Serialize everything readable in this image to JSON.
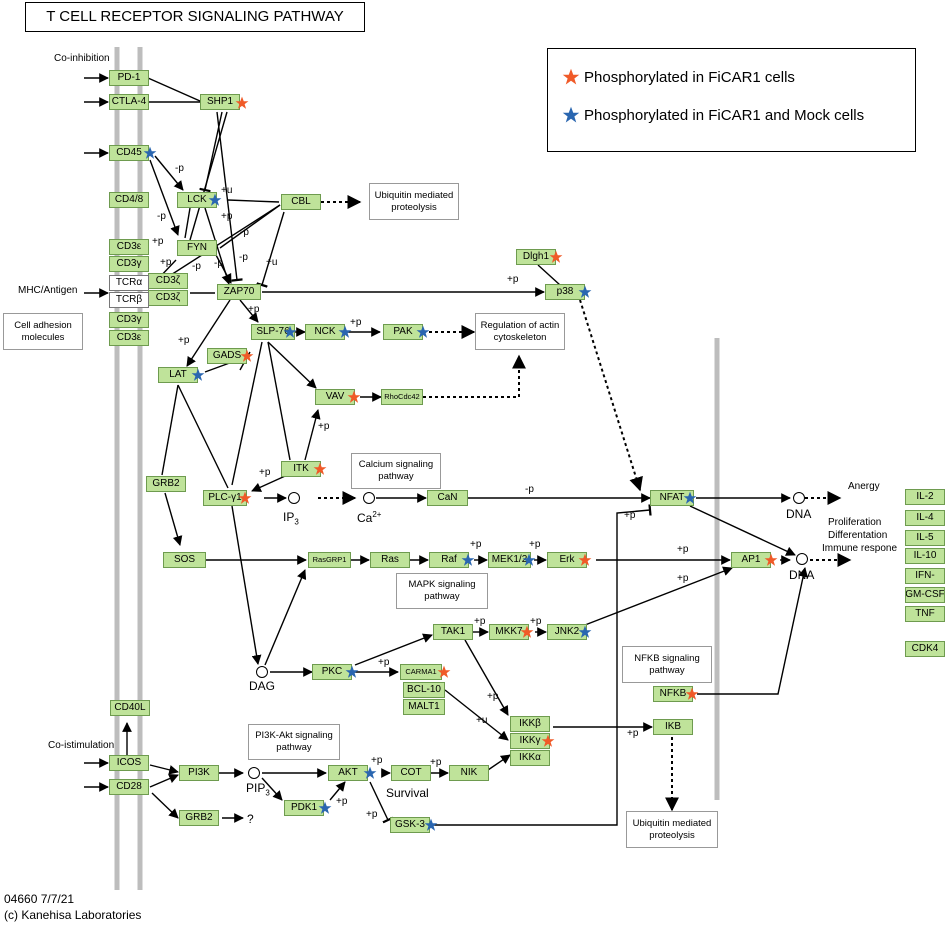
{
  "title": "T CELL RECEPTOR SIGNALING PATHWAY",
  "legend": {
    "fi_only": "Phosphorylated in FiCAR1 cells",
    "fi_and_mock": "Phosphorylated in FiCAR1 and Mock cells",
    "fi_only_color": "#f05a28",
    "both_color": "#2a66b0"
  },
  "genes": {
    "pd1": "PD-1",
    "ctla4": "CTLA-4",
    "shp1": "SHP1",
    "cd45": "CD45",
    "cd48": "CD4/8",
    "lck": "LCK",
    "cbl": "CBL",
    "cd3e_top": "CD3ε",
    "fyn": "FYN",
    "cd3g_top": "CD3γ",
    "cd3z_a": "CD3ζ",
    "cd3z_b": "CD3ζ",
    "tcra": "TCRα",
    "tcrb": "TCRβ",
    "zap70": "ZAP70",
    "cd3g_bot": "CD3γ",
    "cd3e_bot": "CD3ε",
    "dlgh1": "Dlgh1",
    "p38": "p38",
    "slp76": "SLP-76",
    "nck": "NCK",
    "pak": "PAK",
    "gads": "GADS",
    "lat": "LAT",
    "vav": "VAV",
    "rhocdc42": "RhoCdc42",
    "itk": "ITK",
    "grb2_top": "GRB2",
    "plcg1": "PLC-γ1",
    "can": "CaN",
    "nfat": "NFAT",
    "sos": "SOS",
    "rasgrp1": "RasGRP1",
    "ras": "Ras",
    "raf": "Raf",
    "mek12": "MEK1/2",
    "erk": "Erk",
    "ap1": "AP1",
    "il2": "IL-2",
    "il4": "IL-4",
    "il5": "IL-5",
    "il10": "IL-10",
    "ifn": "IFN-",
    "gmcsf": "GM-CSF",
    "tnf": "TNF",
    "cdk4": "CDK4",
    "tak1": "TAK1",
    "mkk7": "MKK7",
    "jnk2": "JNK2",
    "pkc": "PKC",
    "carma1": "CARMA1",
    "bcl10": "BCL-10",
    "malt1": "MALT1",
    "ikkb": "IKKβ",
    "ikkg": "IKKγ",
    "ikka": "IKKα",
    "nfkb": "NFKB",
    "ikb": "IKB",
    "cd40l": "CD40L",
    "icos": "ICOS",
    "cd28": "CD28",
    "pi3k": "PI3K",
    "akt": "AKT",
    "cot": "COT",
    "nik": "NIK",
    "pdk1": "PDK1",
    "grb2_bot": "GRB2",
    "gsk3": "GSK-3"
  },
  "pathways": {
    "ubiq_top": "Ubiquitin mediated proteolysis",
    "actin": "Regulation of actin cytoskeleton",
    "cell_adhesion": "Cell adhesion molecules",
    "calcium": "Calcium signaling pathway",
    "mapk": "MAPK signaling pathway",
    "nfkb": "NFKB signaling pathway",
    "pi3k_akt": "PI3K-Akt signaling pathway",
    "ubiq_bot": "Ubiquitin mediated proteolysis"
  },
  "labels": {
    "coinhibition": "Co-inhibition",
    "mhc": "MHC/Antigen",
    "costimulation": "Co-istimulation",
    "ip3": "IP",
    "ip3_sub": "3",
    "ca": "Ca",
    "ca_sup": "2+",
    "dag": "DAG",
    "pip3": "PIP",
    "pip3_sub": "3",
    "dna1": "DNA",
    "dna2": "DNA",
    "anergy": "Anergy",
    "prolif": "Proliferation",
    "differ": "Differentation",
    "immune": "Immune respone",
    "survival": "Survival",
    "question": "?",
    "o1": "O",
    "o2": "O",
    "o3": "O",
    "o4": "O",
    "o5": "O",
    "o6": "O",
    "p_minus_lck": "-p",
    "p_plus_u1": "+u",
    "p_minus_2": "-p",
    "p_plus_1": "+p",
    "p_plus_2": "+p",
    "p_plus_3": "+p",
    "p_minus_3": "-p",
    "p_minus_4": "-p",
    "p_plus_u2": "+u",
    "p_minus_5": "-p",
    "p_minus_cd3": "-p",
    "p_plus_zap": "+p",
    "p_plus_p38": "+p",
    "p_plus_lat": "+p",
    "p_plus_nck": "+p",
    "p_plus_vav": "+p",
    "p_plus_itk": "+p",
    "p_minus_nfat": "-p",
    "p_plus_nfat": "+p",
    "p_plus_raf": "+p",
    "p_plus_mek": "+p",
    "p_plus_ap1a": "+p",
    "p_plus_ap1b": "+p",
    "p_plus_tak": "+p",
    "p_plus_mkk": "+p",
    "p_plus_carma": "+p",
    "p_plus_ikk": "+p",
    "p_plus_u3": "+u",
    "p_plus_ikb": "+p",
    "p_plus_akt": "+p",
    "p_plus_cot": "+p",
    "p_plus_pdk": "+p",
    "p_plus_gsk": "+p",
    "p_minus_top": "-p"
  },
  "footer": {
    "code": "04660 7/7/21",
    "copyright": "(c) Kanehisa Laboratories"
  }
}
